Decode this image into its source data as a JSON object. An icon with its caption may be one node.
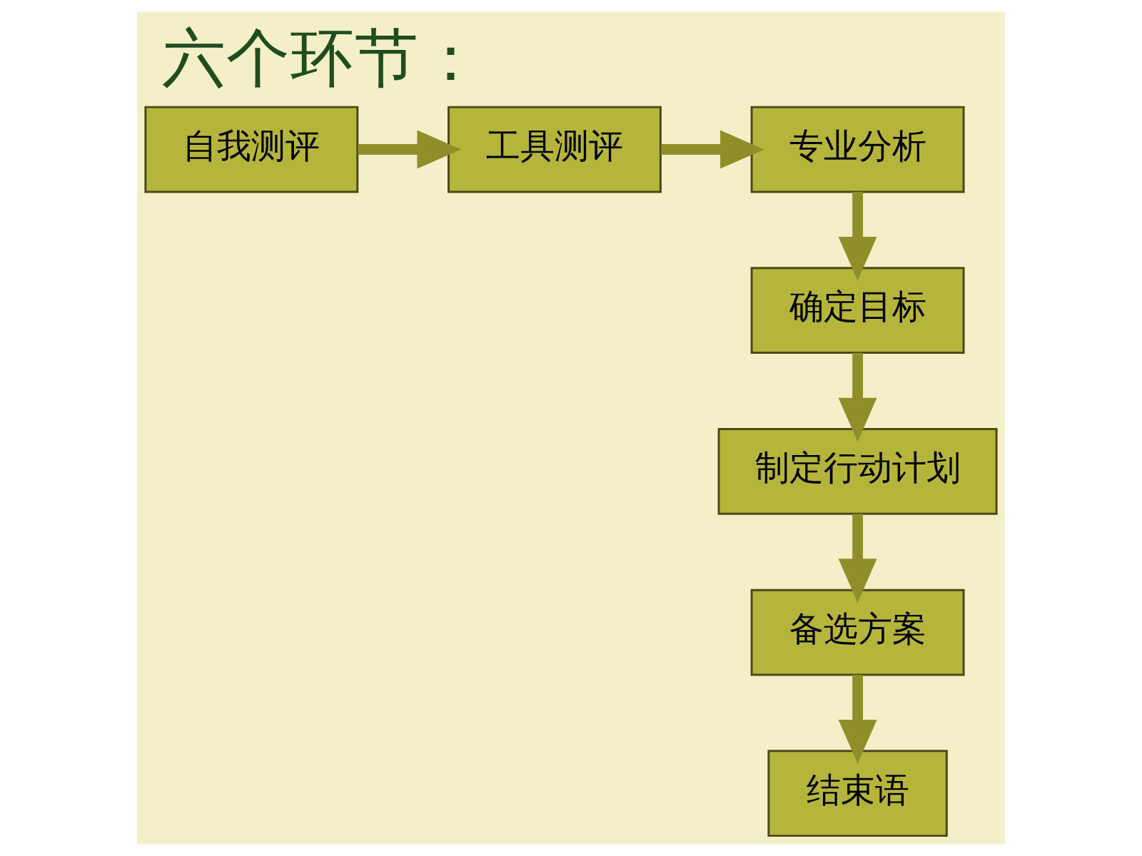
{
  "diagram": {
    "title": "六个环节：",
    "nodes": [
      {
        "text": [
          "自我测评"
        ]
      },
      {
        "text": [
          "工具测评"
        ]
      },
      {
        "text": [
          "专业分析"
        ]
      },
      {
        "text": [
          "确定目标"
        ]
      },
      {
        "text": [
          "制定行动计划"
        ]
      },
      {
        "text": [
          "备选方案"
        ]
      },
      {
        "text": [
          "结束语"
        ]
      }
    ],
    "edges": [
      {
        "from": 0,
        "to": 1,
        "arrow": "to"
      },
      {
        "from": 1,
        "to": 2,
        "arrow": "to"
      },
      {
        "from": 2,
        "to": 3,
        "arrow": "to"
      },
      {
        "from": 3,
        "to": 4,
        "arrow": "to"
      },
      {
        "from": 4,
        "to": 5,
        "arrow": "to"
      },
      {
        "from": 5,
        "to": 6,
        "arrow": "to"
      }
    ]
  }
}
